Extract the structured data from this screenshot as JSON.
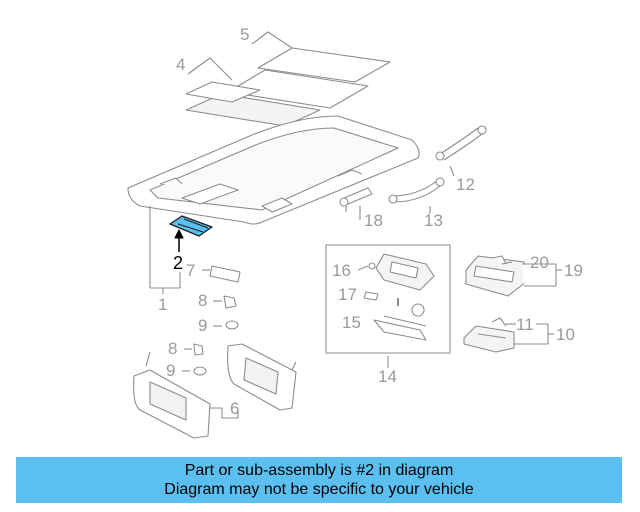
{
  "banner": {
    "line1": "Part or sub-assembly is #2 in diagram",
    "line2": "Diagram may not be specific to your vehicle"
  },
  "callouts": {
    "c1": "1",
    "c2": "2",
    "c4": "4",
    "c5": "5",
    "c6": "6",
    "c7": "7",
    "c8a": "8",
    "c8b": "8",
    "c9a": "9",
    "c9b": "9",
    "c10": "10",
    "c11": "11",
    "c12": "12",
    "c13": "13",
    "c14": "14",
    "c15": "15",
    "c16": "16",
    "c17": "17",
    "c18": "18",
    "c19": "19",
    "c20": "20"
  },
  "colors": {
    "line": "#8c8c8c",
    "highlight_fill": "#5bc0f0",
    "banner_bg": "#5bc0f0"
  }
}
